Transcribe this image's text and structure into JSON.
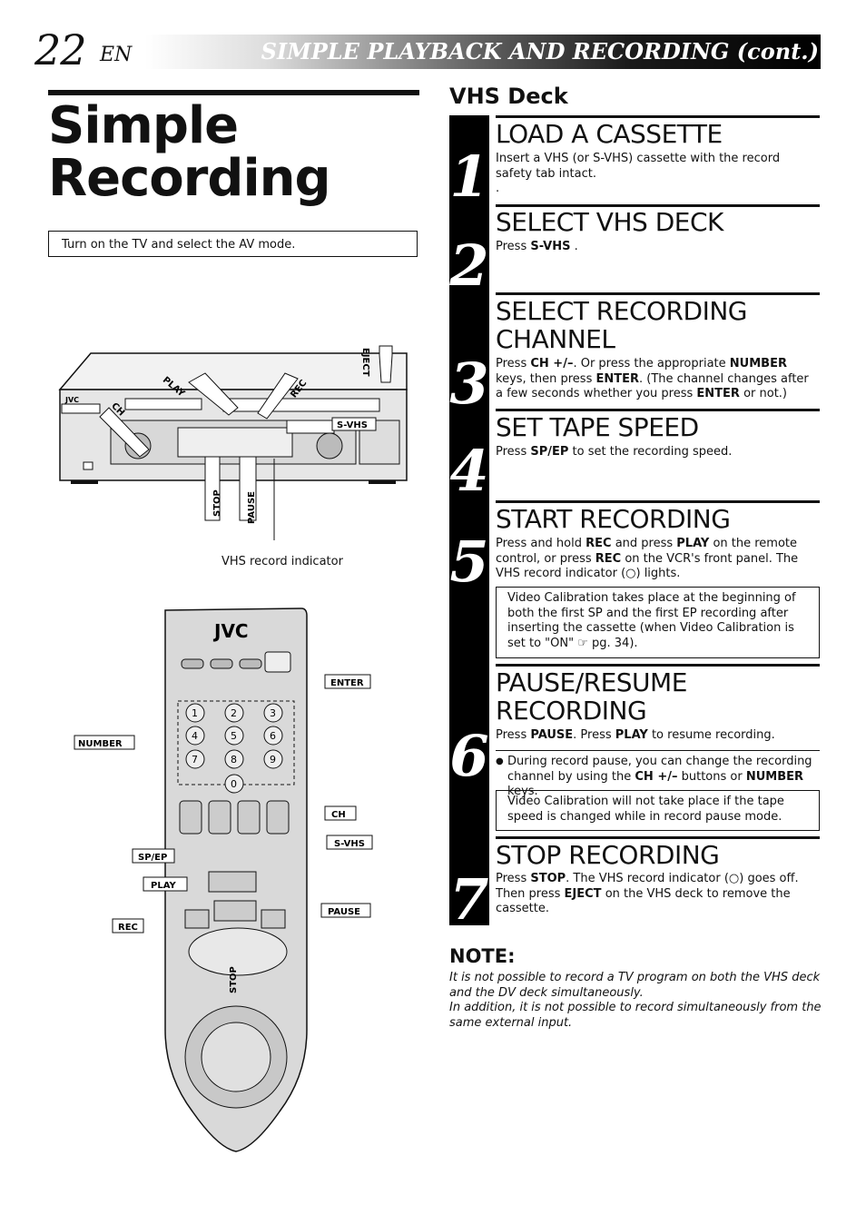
{
  "header": {
    "page_number": "22",
    "language": "EN",
    "section_title": "SIMPLE PLAYBACK AND RECORDING (cont.)"
  },
  "left": {
    "title_line1": "Simple",
    "title_line2": "Recording",
    "intro": "Turn on the TV and select the AV mode.",
    "vcr_caption": "VHS record indicator",
    "vcr_brand": "JVC",
    "vcr_labels": {
      "eject": "EJECT",
      "play": "PLAY",
      "rec": "REC",
      "ch": "CH",
      "svhs": "S-VHS",
      "stop": "STOP",
      "pause": "PAUSE"
    },
    "remote_brand": "JVC",
    "remote_labels": {
      "enter": "ENTER",
      "number": "NUMBER",
      "ch": "CH",
      "svhs": "S-VHS",
      "spep": "SP/EP",
      "play": "PLAY",
      "pause": "PAUSE",
      "rec": "REC",
      "stop": "STOP"
    },
    "remote_keys": [
      "1",
      "2",
      "3",
      "4",
      "5",
      "6",
      "7",
      "8",
      "9",
      "0"
    ]
  },
  "right": {
    "deck_label": "VHS Deck",
    "steps": [
      {
        "num": "1",
        "title": "LOAD A CASSETTE"
      },
      {
        "num": "2",
        "title": "SELECT VHS DECK"
      },
      {
        "num": "3",
        "title_l1": "SELECT RECORDING",
        "title_l2": "CHANNEL"
      },
      {
        "num": "4",
        "title": "SET TAPE SPEED"
      },
      {
        "num": "5",
        "title": "START RECORDING"
      },
      {
        "num": "6",
        "title_l1": "PAUSE/RESUME",
        "title_l2": "RECORDING"
      },
      {
        "num": "7",
        "title": "STOP RECORDING"
      }
    ],
    "s1_text": "Insert a VHS (or S-VHS) cassette with the record safety tab intact.",
    "s1_dot": ".",
    "s2": {
      "a": "Press ",
      "b": "S-VHS",
      "c": " ."
    },
    "s3": {
      "a": "Press ",
      "b": "CH +/–",
      "c": ". Or press the appropriate ",
      "d": "NUMBER",
      "e": " keys, then press ",
      "f": "ENTER",
      "g": ". (The channel changes after a few seconds whether you press ",
      "h": "ENTER",
      "i": " or not.)"
    },
    "s4": {
      "a": "Press ",
      "b": "SP/EP",
      "c": " to set the recording speed."
    },
    "s5": {
      "a": "Press and hold ",
      "b": "REC",
      "c": " and press ",
      "d": "PLAY",
      "e": " on the remote control, or press ",
      "f": "REC",
      "g": " on the VCR's front panel. The VHS record indicator (",
      "h": "○",
      "i": ") lights."
    },
    "s5_note": "Video Calibration takes place at the beginning of both the first SP and the first EP recording after inserting the cassette (when Video Calibration is set to \"ON\" ☞ pg. 34).",
    "s6": {
      "a": "Press ",
      "b": "PAUSE",
      "c": ". Press ",
      "d": "PLAY",
      "e": " to resume recording."
    },
    "s6_bullet": {
      "dot": "●",
      "a": "During record pause, you can change the recording channel by using the ",
      "b": "CH +/–",
      "c": " buttons or ",
      "d": "NUMBER",
      "e": " keys."
    },
    "s6_note": "Video Calibration will not take place if the tape speed is changed while in record pause mode.",
    "s7": {
      "a": "Press ",
      "b": "STOP",
      "c": ". The VHS record indicator (",
      "h": "○",
      "d": ") goes off. Then press ",
      "e": "EJECT",
      "f": " on the VHS deck to remove the cassette."
    },
    "note_head": "NOTE:",
    "note_l1": "It is not possible to record a TV program on both the VHS deck and the DV deck simultaneously.",
    "note_l2": "In addition, it is not possible to record simultaneously from the same external input."
  }
}
